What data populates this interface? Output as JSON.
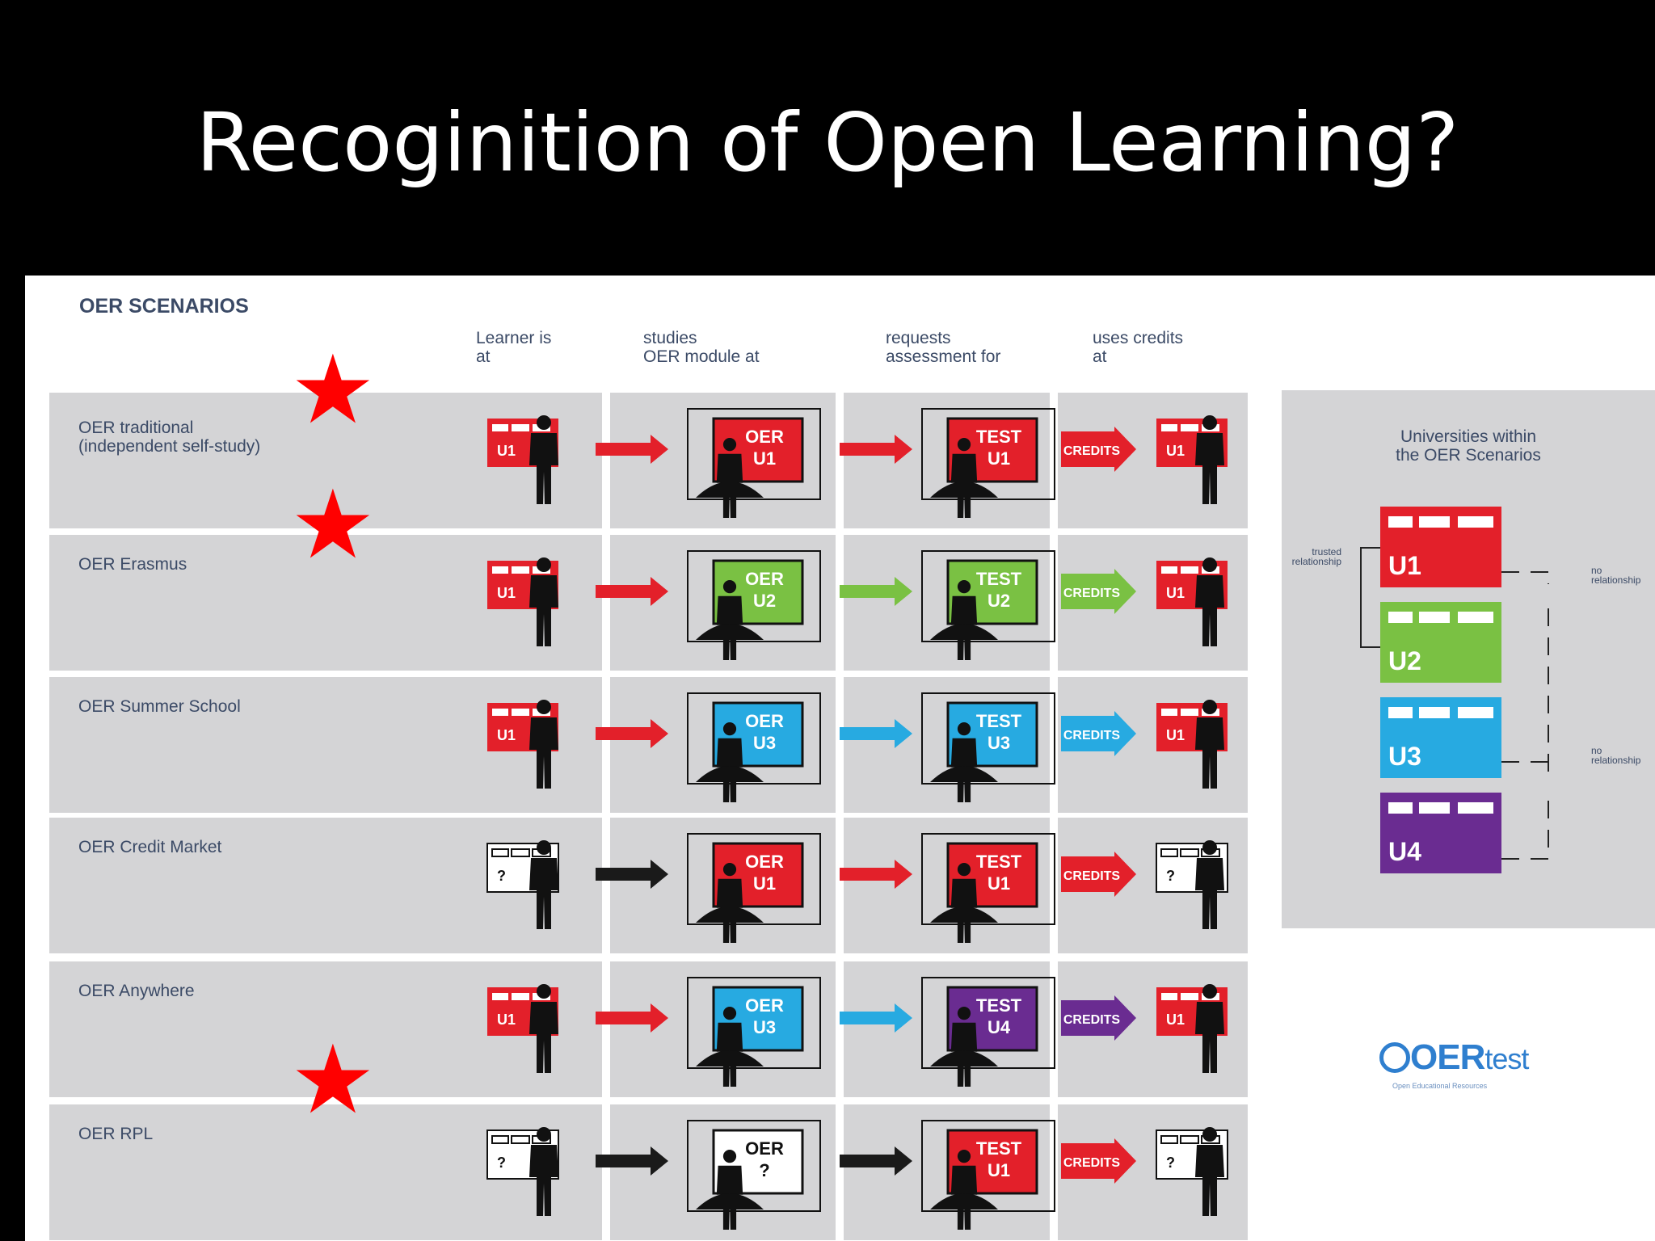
{
  "slide": {
    "title": "Recoginition of Open Learning?"
  },
  "diagram": {
    "heading": "OER SCENARIOS",
    "column_headers": [
      "Learner is\nat",
      "studies\nOER module at",
      "requests\nassessment for",
      "uses credits\nat"
    ],
    "credits_label": "CREDITS",
    "rows": [
      {
        "label": "OER traditional\n(independent self-study)",
        "starred": true,
        "learner": "U1",
        "module": [
          "OER",
          "U1"
        ],
        "module_color": "#e3202a",
        "arrow1": "#e3202a",
        "test": [
          "TEST",
          "U1"
        ],
        "test_color": "#e3202a",
        "credits_color": "#e3202a",
        "arrow2": "#e3202a",
        "uses": "U1"
      },
      {
        "label": "OER Erasmus",
        "starred": true,
        "learner": "U1",
        "module": [
          "OER",
          "U2"
        ],
        "module_color": "#7ac143",
        "arrow1": "#e3202a",
        "test": [
          "TEST",
          "U2"
        ],
        "test_color": "#7ac143",
        "credits_color": "#7ac143",
        "arrow2": "#7ac143",
        "uses": "U1"
      },
      {
        "label": "OER Summer School",
        "starred": false,
        "learner": "U1",
        "module": [
          "OER",
          "U3"
        ],
        "module_color": "#27aae1",
        "arrow1": "#e3202a",
        "test": [
          "TEST",
          "U3"
        ],
        "test_color": "#27aae1",
        "credits_color": "#27aae1",
        "arrow2": "#27aae1",
        "uses": "U1"
      },
      {
        "label": "OER Credit Market",
        "starred": false,
        "learner": "?",
        "module": [
          "OER",
          "U1"
        ],
        "module_color": "#e3202a",
        "arrow1": "#1a1a1a",
        "test": [
          "TEST",
          "U1"
        ],
        "test_color": "#e3202a",
        "credits_color": "#e3202a",
        "arrow2": "#e3202a",
        "uses": "?"
      },
      {
        "label": "OER Anywhere",
        "starred": false,
        "learner": "U1",
        "module": [
          "OER",
          "U3"
        ],
        "module_color": "#27aae1",
        "arrow1": "#e3202a",
        "test": [
          "TEST",
          "U4"
        ],
        "test_color": "#6a2c91",
        "credits_color": "#6a2c91",
        "arrow2": "#27aae1",
        "uses": "U1"
      },
      {
        "label": "OER RPL",
        "starred": true,
        "learner": "?",
        "module": [
          "OER",
          "?"
        ],
        "module_color": "#ffffff",
        "arrow1": "#1a1a1a",
        "test": [
          "TEST",
          "U1"
        ],
        "test_color": "#e3202a",
        "credits_color": "#e3202a",
        "arrow2": "#1a1a1a",
        "uses": "?"
      }
    ],
    "side_panel": {
      "title": "Universities within\nthe OER Scenarios",
      "universities": [
        {
          "label": "U1",
          "color": "#e3202a"
        },
        {
          "label": "U2",
          "color": "#7ac143"
        },
        {
          "label": "U3",
          "color": "#27aae1"
        },
        {
          "label": "U4",
          "color": "#6a2c91"
        }
      ],
      "trusted_label": "trusted\nrelationship",
      "no_relationship_label": "no\nrelationship"
    },
    "logo": {
      "name": "OERtest",
      "brand": "OER",
      "suffix": "test",
      "tagline": "Open Educational Resources",
      "color": "#2f7fcf"
    }
  }
}
